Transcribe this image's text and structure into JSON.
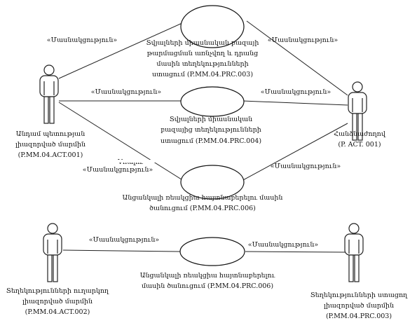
{
  "actors": [
    {
      "id": "actor-1",
      "lines": [
        "Անդամ պետության",
        "լիազորված մարմին",
        "(P.MM.04.ACT.001)"
      ]
    },
    {
      "id": "actor-2",
      "lines": [
        "Հանձնաժողով",
        "(P. ACT. 001)"
      ]
    },
    {
      "id": "actor-3",
      "lines": [
        "Տեղեկությունների ուղարկող",
        "լիազորված մարմին",
        "(P.MM.04.ACT.002)"
      ]
    },
    {
      "id": "actor-4",
      "lines": [
        "Տեղեկությունների ստացող",
        "լիազորված մարմին",
        "(P.MM.04.PRC.003)"
      ]
    }
  ],
  "use_cases": [
    {
      "id": "uc-1",
      "lines": [
        "Տվյալների միասնական բազայի",
        "թարմացման առնչվող և դրանց",
        "մասին տեղեկությունների",
        "ստացում (P.MM.04.PRC.003)"
      ]
    },
    {
      "id": "uc-2",
      "lines": [
        "Տվյալների միասնական",
        "բազայից տեղեկությունների",
        "ստացում (P.MM.04.PRC.004)"
      ]
    },
    {
      "id": "uc-3",
      "lines": [
        "Անցանկալի ռեակցիա հայտնաբերելու մասին",
        "ծանուցում (P.MM.04.PRC.006)"
      ]
    },
    {
      "id": "uc-4",
      "lines": [
        "Անցանկալի ռեակցիա հայտնաբերելու",
        "մասին ծանուցում (P.MM.04.PRC.006)"
      ]
    }
  ],
  "relation_label": "«Մասնակցություն»",
  "overlap_fragment": "Vռալու"
}
